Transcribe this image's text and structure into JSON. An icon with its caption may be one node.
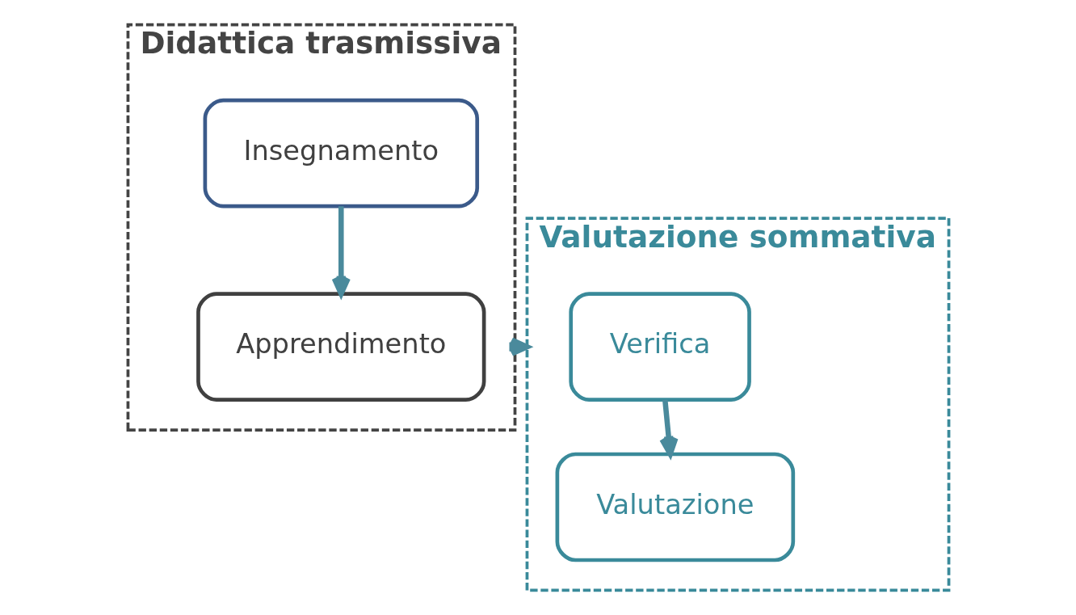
{
  "diagram": {
    "nodes": [
      {
        "text": [
          "Didattica trasmissiva"
        ]
      },
      {
        "text": [
          "Insegnamento"
        ],
        "in": 0
      },
      {
        "text": [
          "Apprendimento"
        ],
        "in": 0
      },
      {
        "text": [
          "Valutazione sommativa"
        ]
      },
      {
        "text": [
          "Verifica"
        ],
        "in": 3
      },
      {
        "text": [
          "Valutazione"
        ],
        "in": 3
      }
    ],
    "edges": [
      {
        "from": 1,
        "to": 2,
        "arrow": "to"
      },
      {
        "from": 0,
        "to": 3,
        "arrow": "to"
      },
      {
        "from": 4,
        "to": 5,
        "arrow": "to"
      }
    ]
  }
}
